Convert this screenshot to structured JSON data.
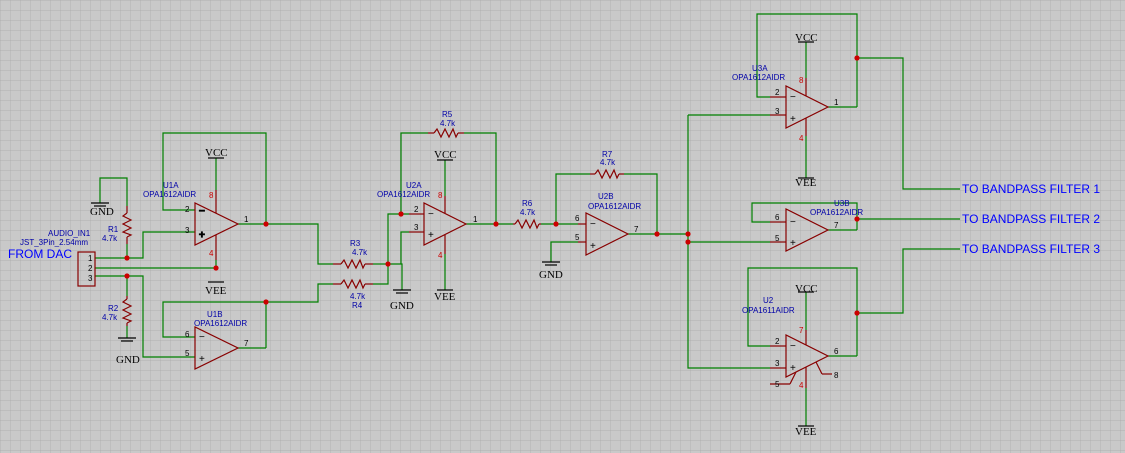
{
  "colors": {
    "background": "#c9c9c9",
    "grid": "#a9a9a9",
    "wire": "#008000",
    "component": "#880000",
    "junction": "#cc0000",
    "label": "#0000a8",
    "net_label": "#0000ff"
  },
  "power": {
    "vcc": "VCC",
    "vee": "VEE",
    "gnd": "GND"
  },
  "connector": {
    "ref": "AUDIO_IN1",
    "value": "JST_3Pin_2.54mm",
    "source": "FROM DAC",
    "pins": [
      "1",
      "2",
      "3"
    ]
  },
  "resistors": {
    "r1": {
      "ref": "R1",
      "value": "4.7k"
    },
    "r2": {
      "ref": "R2",
      "value": "4.7k"
    },
    "r3": {
      "ref": "R3",
      "value": "4.7k"
    },
    "r4": {
      "ref": "R4",
      "value": "4.7k"
    },
    "r5": {
      "ref": "R5",
      "value": "4.7k"
    },
    "r6": {
      "ref": "R6",
      "value": "4.7k"
    },
    "r7": {
      "ref": "R7",
      "value": "4.7k"
    }
  },
  "opamps": {
    "u1a": {
      "ref": "U1A",
      "part": "OPA1612AIDR",
      "pin_in_neg": "2",
      "pin_in_pos": "3",
      "pin_out": "1",
      "pin_pwr": "8",
      "pin_gnd": "4"
    },
    "u1b": {
      "ref": "U1B",
      "part": "OPA1612AIDR",
      "pin_in_neg": "6",
      "pin_in_pos": "5",
      "pin_out": "7"
    },
    "u2a": {
      "ref": "U2A",
      "part": "OPA1612AIDR",
      "pin_in_neg": "2",
      "pin_in_pos": "3",
      "pin_out": "1",
      "pin_pwr": "8",
      "pin_gnd": "4"
    },
    "u2b": {
      "ref": "U2B",
      "part": "OPA1612AIDR",
      "pin_in_neg": "6",
      "pin_in_pos": "5",
      "pin_out": "7"
    },
    "u3a": {
      "ref": "U3A",
      "part": "OPA1612AIDR",
      "pin_in_neg": "2",
      "pin_in_pos": "3",
      "pin_out": "1",
      "pin_pwr": "8",
      "pin_gnd": "4"
    },
    "u3b": {
      "ref": "U3B",
      "part": "OPA1612AIDR",
      "pin_in_neg": "6",
      "pin_in_pos": "5",
      "pin_out": "7"
    },
    "u2": {
      "ref": "U2",
      "part": "OPA1611AIDR",
      "pin_in_neg": "2",
      "pin_in_pos": "3",
      "pin_out": "6",
      "pin_pwr": "7",
      "pin_gnd": "4",
      "pin_nc_a": "5",
      "pin_nc_b": "8"
    }
  },
  "net_labels": {
    "bp1": "TO BANDPASS FILTER 1",
    "bp2": "TO BANDPASS FILTER 2",
    "bp3": "TO BANDPASS FILTER 3"
  }
}
